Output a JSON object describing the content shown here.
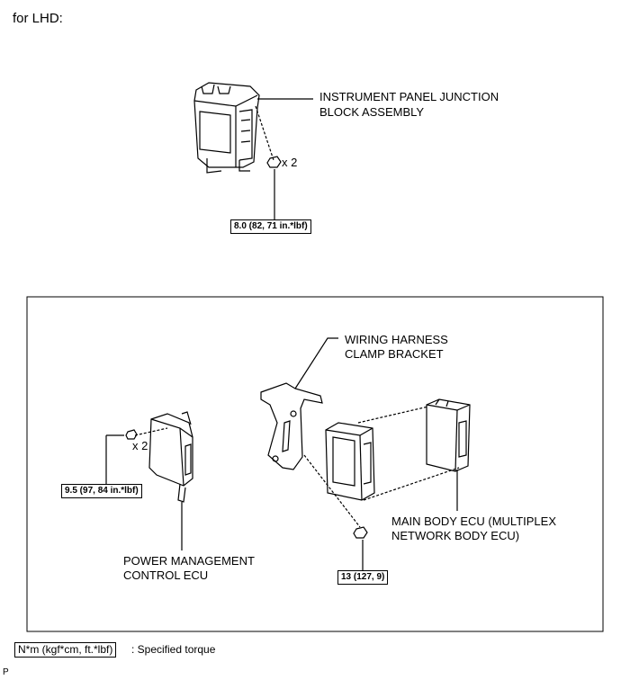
{
  "header": {
    "title": "for LHD:"
  },
  "top_section": {
    "component_label_line1": "INSTRUMENT PANEL JUNCTION",
    "component_label_line2": "BLOCK ASSEMBLY",
    "fastener_qty": "x 2",
    "torque": "8.0 (82, 71 in.*lbf)"
  },
  "bottom_section": {
    "bracket_label_line1": "WIRING HARNESS",
    "bracket_label_line2": "CLAMP BRACKET",
    "power_ecu_label_line1": "POWER MANAGEMENT",
    "power_ecu_label_line2": "CONTROL ECU",
    "power_ecu_qty": "x 2",
    "power_ecu_torque": "9.5 (97, 84 in.*lbf)",
    "main_ecu_label_line1": "MAIN BODY ECU (MULTIPLEX",
    "main_ecu_label_line2": "NETWORK BODY ECU)",
    "bolt_torque": "13 (127, 9)"
  },
  "legend": {
    "unit_box": "N*m (kgf*cm, ft.*lbf)",
    "unit_desc": ": Specified torque"
  },
  "footer": {
    "code": "P"
  }
}
